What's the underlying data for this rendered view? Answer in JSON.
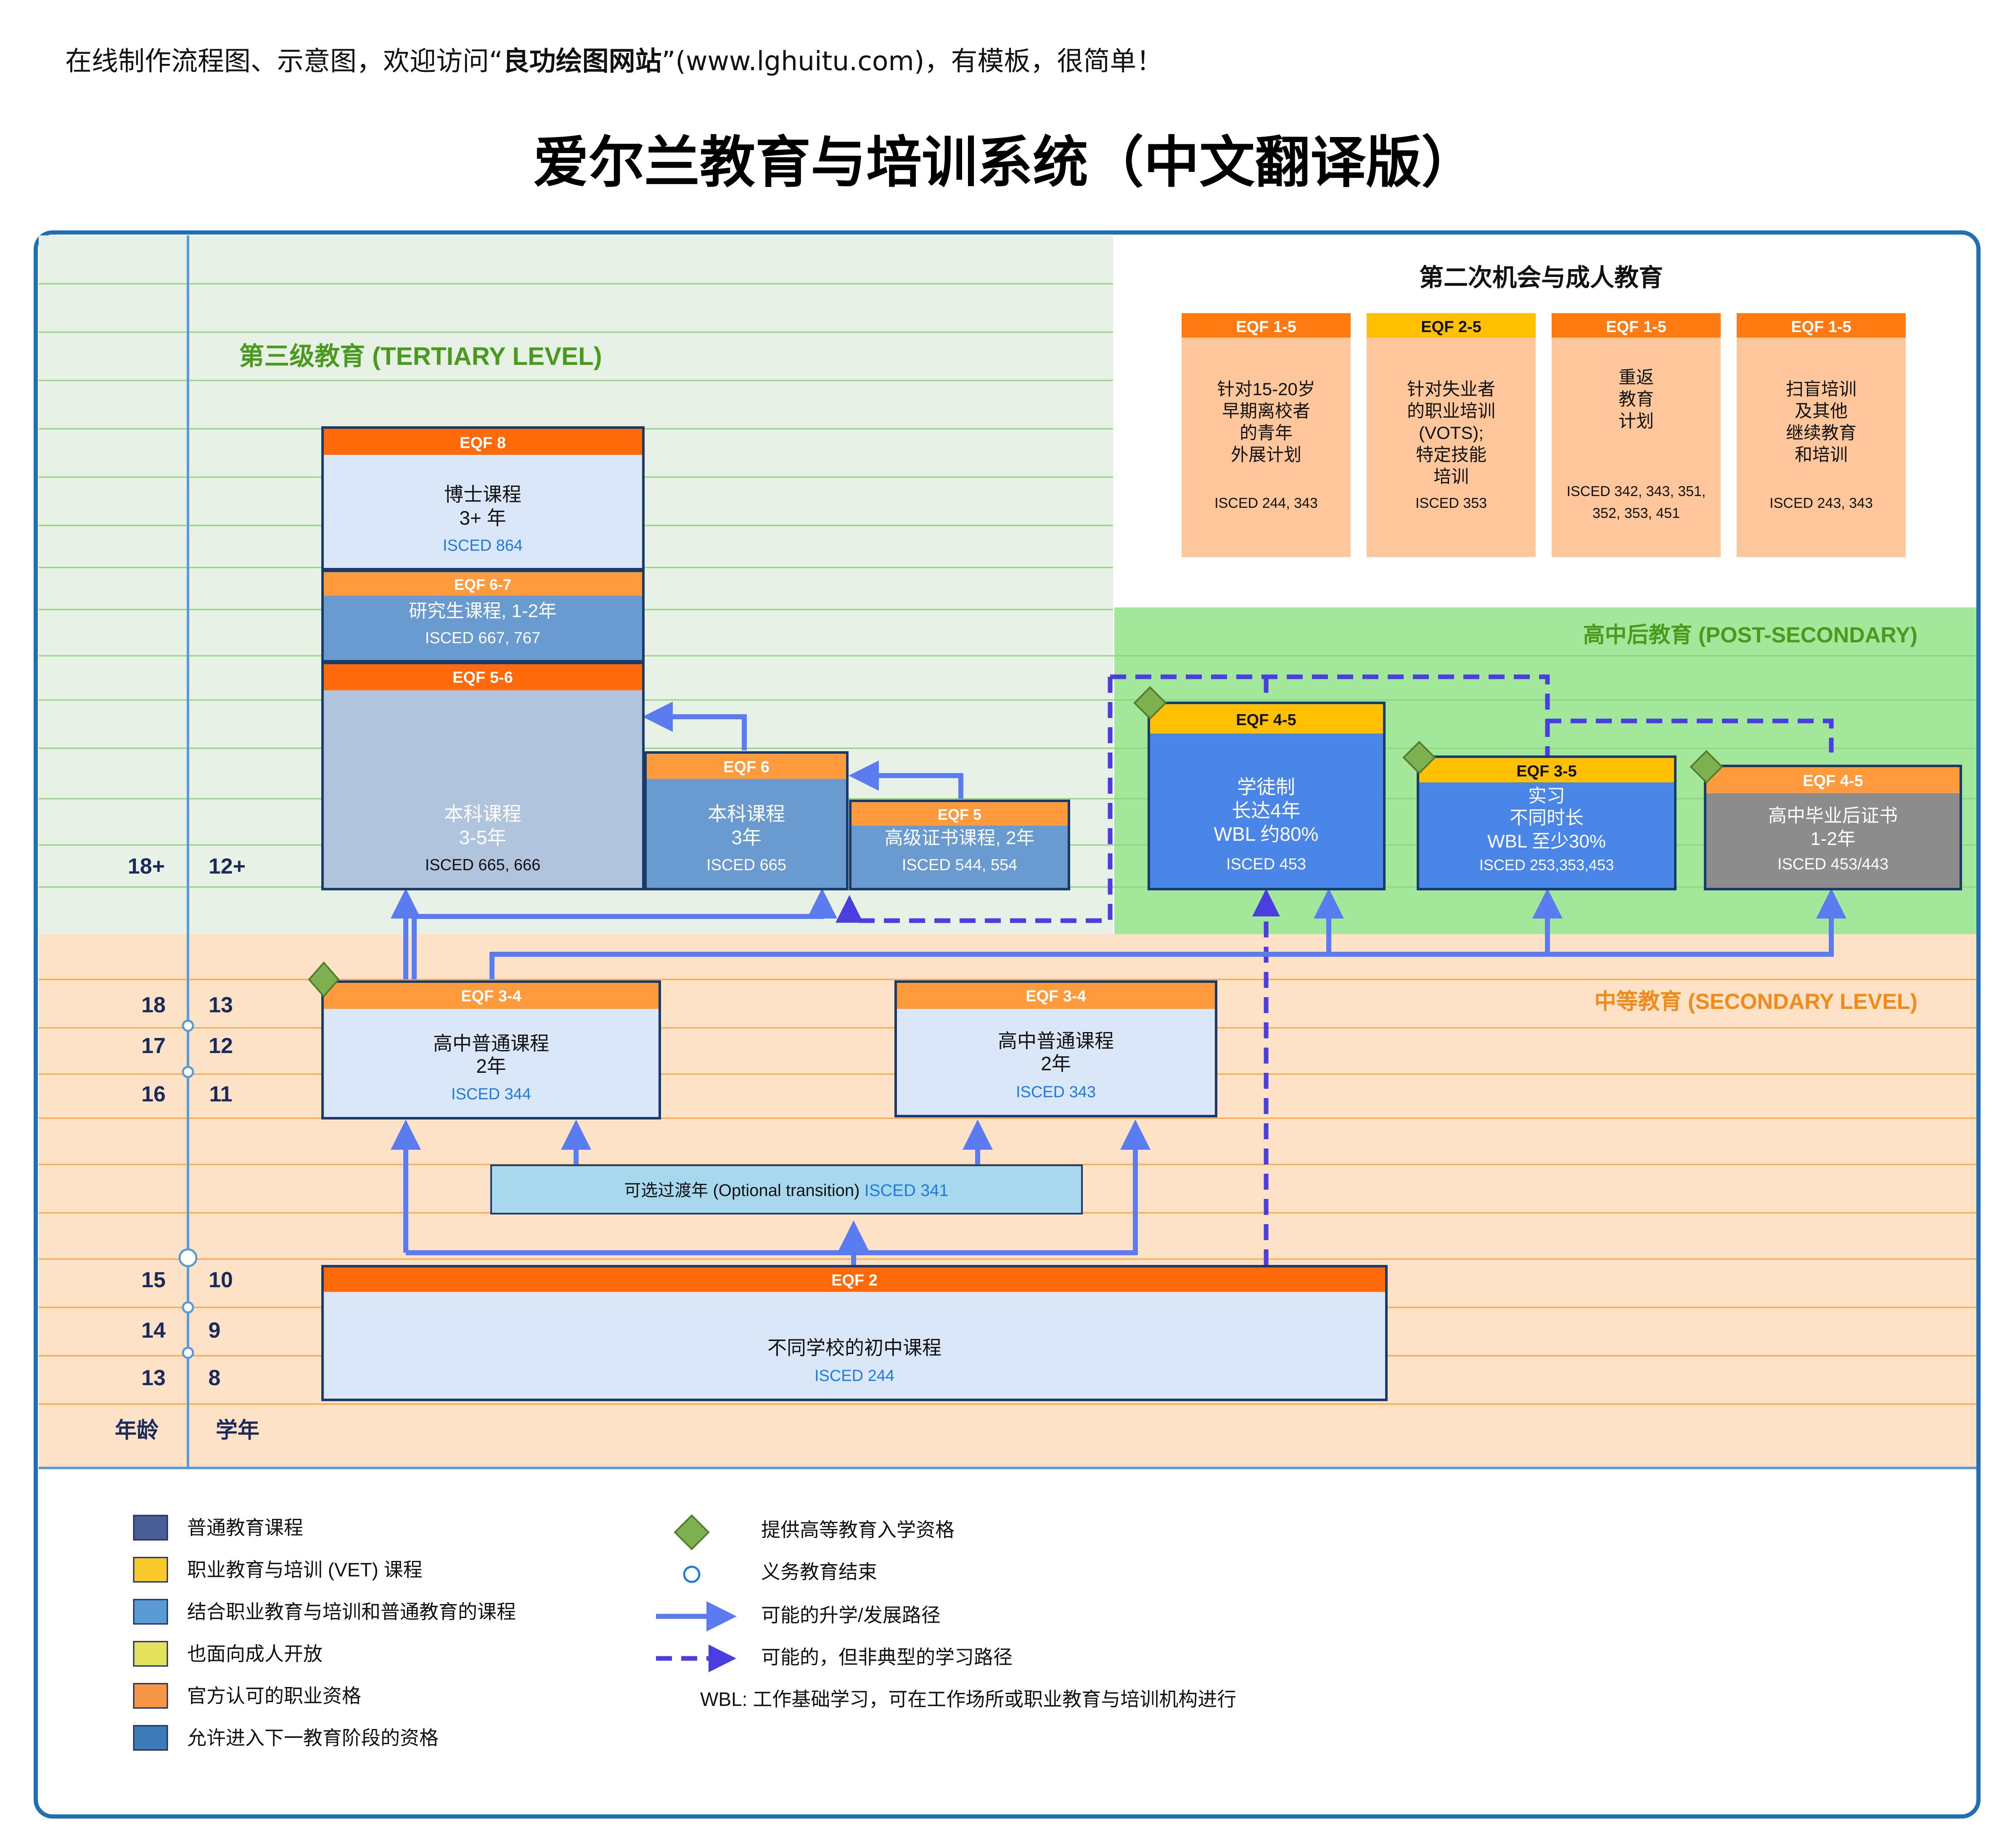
{
  "header": {
    "banner_prefix": "在线制作流程图、示意图，欢迎访问“",
    "banner_brand": "良功绘图网站",
    "banner_suffix": "”(www.lghuitu.com)，有模板，很简单！",
    "title": "爱尔兰教育与培训系统（中文翻译版）"
  },
  "colors": {
    "frame": "#1f6fb2",
    "tertiary_bg": "#e8f1e6",
    "secondary_bg": "#fde2c8",
    "postsec_bg": "#a3e89a",
    "eqf_red": "#ff6a0a",
    "eqf_orange": "#ff9b3d",
    "eqf_yellow": "#ffc000",
    "prog_light": "#d9e7f8",
    "prog_mid": "#6a9bd0",
    "prog_slate": "#b0c4de",
    "prog_blue": "#4a86e8",
    "prog_grey": "#8c8c8c",
    "arrow": "#5b7cf0",
    "dashed": "#4a3ee0"
  },
  "sections": {
    "tertiary": "第三级教育 (TERTIARY LEVEL)",
    "second_chance": "第二次机会与成人教育",
    "post_secondary": "高中后教育 (POST-SECONDARY)",
    "secondary": "中等教育 (SECONDARY LEVEL)"
  },
  "axis": {
    "age_header": "年龄",
    "grade_header": "学年",
    "rows": [
      {
        "age": "18+",
        "grade": "12+"
      },
      {
        "age": "18",
        "grade": "13"
      },
      {
        "age": "17",
        "grade": "12"
      },
      {
        "age": "16",
        "grade": "11"
      },
      {
        "age": "15",
        "grade": "10"
      },
      {
        "age": "14",
        "grade": "9"
      },
      {
        "age": "13",
        "grade": "8"
      }
    ]
  },
  "boxes": {
    "phd": {
      "eqf": "EQF 8",
      "l1": "博士课程",
      "l2": "3+ 年",
      "isced": "ISCED 864"
    },
    "postgrad": {
      "eqf": "EQF 6-7",
      "l1": "研究生课程, 1-2年",
      "isced": "ISCED 667, 767"
    },
    "bachelor56": {
      "eqf": "EQF 5-6",
      "l1": "本科课程",
      "l2": "3-5年",
      "isced": "ISCED 665, 666"
    },
    "bachelor6": {
      "eqf": "EQF 6",
      "l1": "本科课程",
      "l2": "3年",
      "isced": "ISCED 665"
    },
    "higher_cert": {
      "eqf": "EQF 5",
      "l1": "高级证书课程, 2年",
      "isced": "ISCED 544, 554"
    },
    "apprentice": {
      "eqf": "EQF 4-5",
      "l1": "学徒制",
      "l2": "长达4年",
      "l3": "WBL 约80%",
      "isced": "ISCED 453"
    },
    "trainee": {
      "eqf": "EQF 3-5",
      "l1": "实习",
      "l2": "不同时长",
      "l3": "WBL 至少30%",
      "isced": "ISCED 253,353,453"
    },
    "plc": {
      "eqf": "EQF 4-5",
      "l1": "高中毕业后证书",
      "l2": "1-2年",
      "isced": "ISCED 453/443"
    },
    "senior344": {
      "eqf": "EQF 3-4",
      "l1": "高中普通课程",
      "l2": "2年",
      "isced": "ISCED 344"
    },
    "senior343": {
      "eqf": "EQF 3-4",
      "l1": "高中普通课程",
      "l2": "2年",
      "isced": "ISCED 343"
    },
    "transition": {
      "text": "可选过渡年 (Optional transition)",
      "isced": "ISCED 341"
    },
    "junior": {
      "eqf": "EQF 2",
      "l1": "不同学校的初中课程",
      "isced": "ISCED 244"
    },
    "adult1": {
      "eqf": "EQF 1-5",
      "lines": [
        "针对15-20岁",
        "早期离校者",
        "的青年",
        "外展计划"
      ],
      "isced": "ISCED 244, 343"
    },
    "adult2": {
      "eqf": "EQF 2-5",
      "lines": [
        "针对失业者",
        "的职业培训",
        "(VOTS);",
        "特定技能",
        "培训"
      ],
      "isced": "ISCED 353"
    },
    "adult3": {
      "eqf": "EQF 1-5",
      "lines": [
        "重返",
        "教育",
        "计划"
      ],
      "isced1": "ISCED 342, 343, 351,",
      "isced2": "352, 353, 451"
    },
    "adult4": {
      "eqf": "EQF 1-5",
      "lines": [
        "扫盲培训",
        "及其他",
        "继续教育",
        "和培训"
      ],
      "isced": "ISCED 243, 343"
    }
  },
  "legend": {
    "items": [
      {
        "label": "普通教育课程",
        "color": "#4a5e96"
      },
      {
        "label": "职业教育与培训 (VET) 课程",
        "color": "#f9c92c"
      },
      {
        "label": "结合职业教育与培训和普通教育的课程",
        "color": "#5b9bd5"
      },
      {
        "label": "也面向成人开放",
        "color": "#e2e35a"
      },
      {
        "label": "官方认可的职业资格",
        "color": "#f79646"
      },
      {
        "label": "允许进入下一教育阶段的资格",
        "color": "#3d7ab8"
      }
    ],
    "symbols": {
      "diamond": "提供高等教育入学资格",
      "circle": "义务教育结束",
      "arrow": "可能的升学/发展路径",
      "dashed": "可能的，但非典型的学习路径",
      "wbl": "WBL: 工作基础学习，可在工作场所或职业教育与培训机构进行"
    }
  }
}
